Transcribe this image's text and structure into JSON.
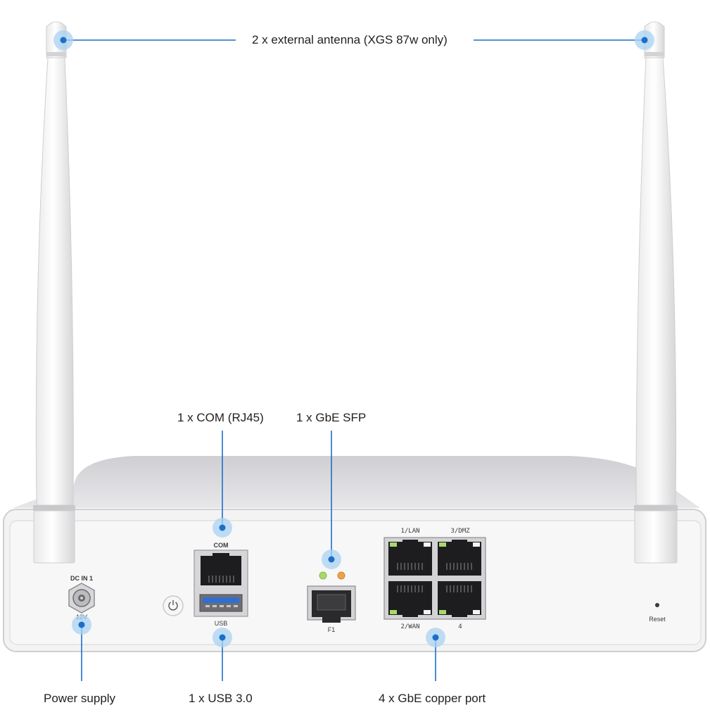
{
  "callouts": {
    "antenna": "2 x external antenna (XGS 87w only)",
    "com": "1 x COM (RJ45)",
    "sfp": "1 x GbE SFP",
    "power": "Power supply",
    "usb": "1 x USB 3.0",
    "copper": "4 x GbE copper port"
  },
  "panel_labels": {
    "dc_in": "DC IN 1",
    "voltage": "12V",
    "com": "COM",
    "usb": "USB",
    "sfp_port": "F1",
    "lan1": "1/LAN",
    "dmz3": "3/DMZ",
    "wan2": "2/WAN",
    "port4": "4",
    "reset": "Reset"
  },
  "colors": {
    "callout_line": "#1b6fc9",
    "callout_dot": "#1b6fc9",
    "callout_halo": "#a9d3f2",
    "chassis": "#f2f2f3",
    "chassis_top": "#dddde0",
    "led_green": "#a8d86a",
    "led_orange": "#f0a24a",
    "usb_blue": "#2f6fd0"
  }
}
